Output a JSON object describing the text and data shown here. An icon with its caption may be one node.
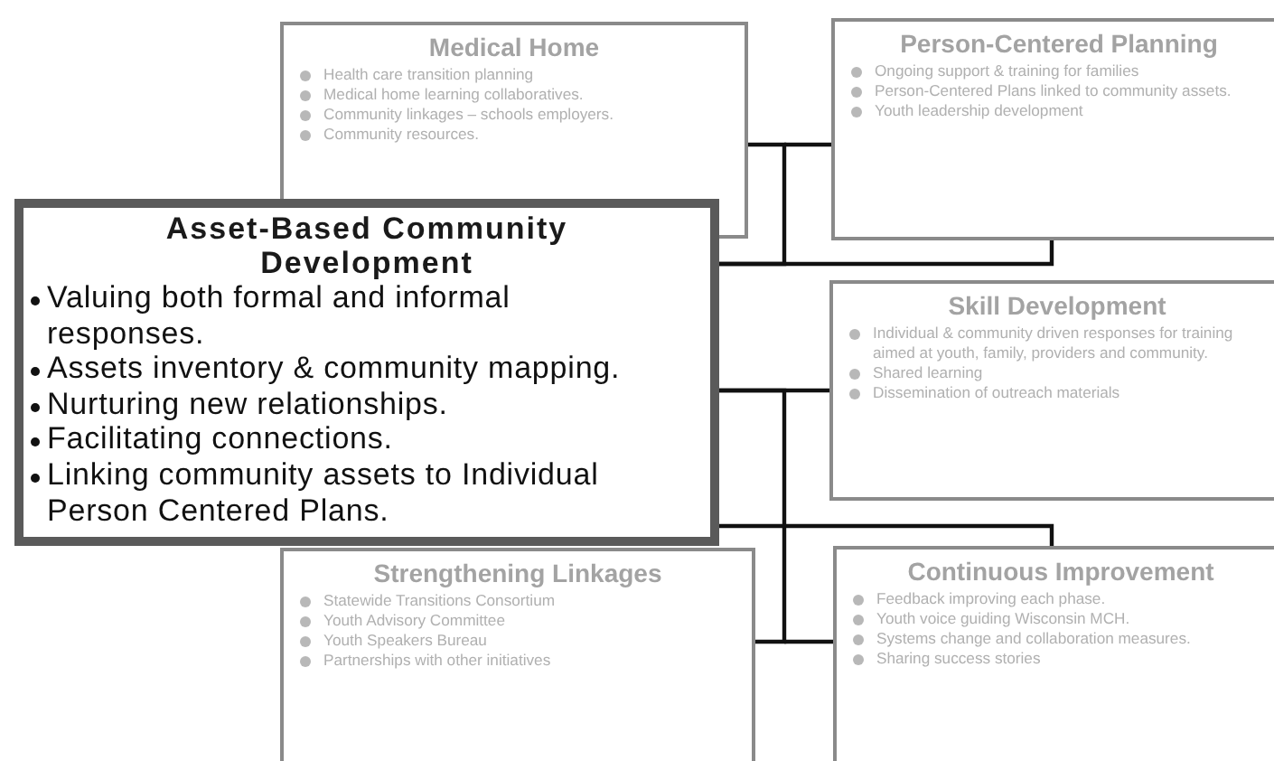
{
  "diagram": {
    "nodes": [
      {
        "text": [
          "Medical Home",
          "Health care transition planning",
          "Medical home learning collaboratives.",
          "Community linkages – schools employers.",
          "Community resources."
        ]
      },
      {
        "text": [
          "Person-Centered Planning",
          "Ongoing support & training for families",
          "Person-Centered Plans linked to community assets.",
          "Youth leadership development"
        ]
      },
      {
        "text": [
          "Asset-Based Community Development",
          "Valuing both formal and informal responses.",
          "Assets inventory & community mapping.",
          "Nurturing new relationships.",
          "Facilitating connections.",
          "Linking community assets to Individual Person Centered Plans."
        ]
      },
      {
        "text": [
          "Skill Development",
          "Individual & community driven responses for training aimed at youth, family, providers and community.",
          "Shared learning",
          "Dissemination of outreach materials"
        ]
      },
      {
        "text": [
          "Strengthening Linkages",
          "Statewide Transitions Consortium",
          "Youth Advisory Committee",
          "Youth Speakers Bureau",
          "Partnerships with other initiatives"
        ]
      },
      {
        "text": [
          "Continuous Improvement",
          "Feedback improving each phase.",
          "Youth voice guiding Wisconsin MCH.",
          "Systems change and collaboration measures.",
          "Sharing success stories"
        ]
      }
    ],
    "edges": [
      {
        "from": 2,
        "to": 0,
        "arrow": "none"
      },
      {
        "from": 2,
        "to": 1,
        "arrow": "none"
      },
      {
        "from": 2,
        "to": 3,
        "arrow": "none"
      },
      {
        "from": 2,
        "to": 4,
        "arrow": "none"
      },
      {
        "from": 2,
        "to": 5,
        "arrow": "none"
      }
    ]
  }
}
